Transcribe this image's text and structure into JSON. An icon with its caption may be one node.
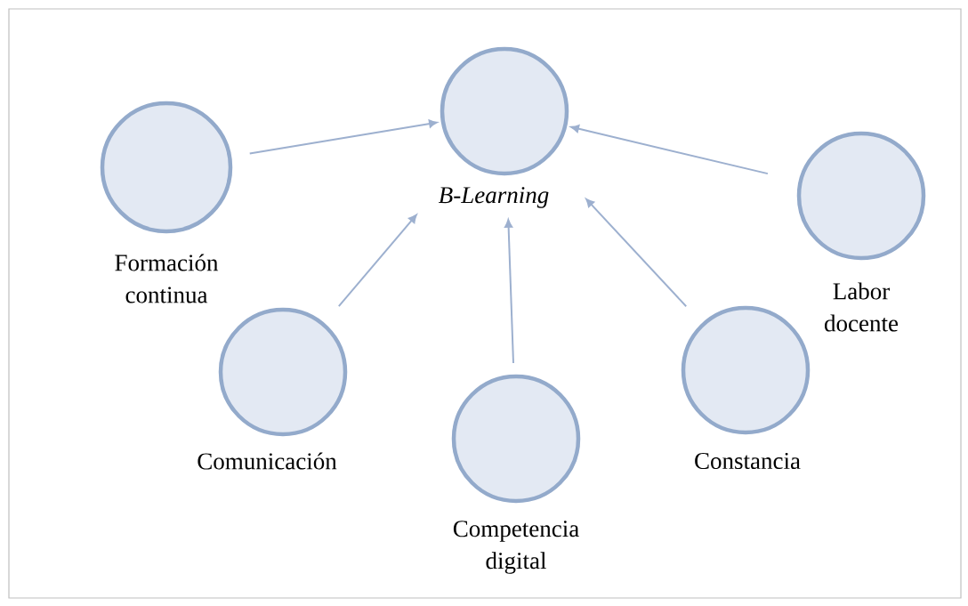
{
  "diagram": {
    "nodes": [
      {
        "text": [
          "B-Learning"
        ]
      },
      {
        "text": [
          "Formación continua"
        ]
      },
      {
        "text": [
          "Labor docente"
        ]
      },
      {
        "text": [
          "Comunicación"
        ]
      },
      {
        "text": [
          "Competencia digital"
        ]
      },
      {
        "text": [
          "Constancia"
        ]
      }
    ],
    "edges": [
      {
        "from": 1,
        "to": 0,
        "arrow": "to"
      },
      {
        "from": 2,
        "to": 0,
        "arrow": "to"
      },
      {
        "from": 3,
        "to": 0,
        "arrow": "to"
      },
      {
        "from": 4,
        "to": 0,
        "arrow": "to"
      },
      {
        "from": 5,
        "to": 0,
        "arrow": "to"
      }
    ]
  }
}
